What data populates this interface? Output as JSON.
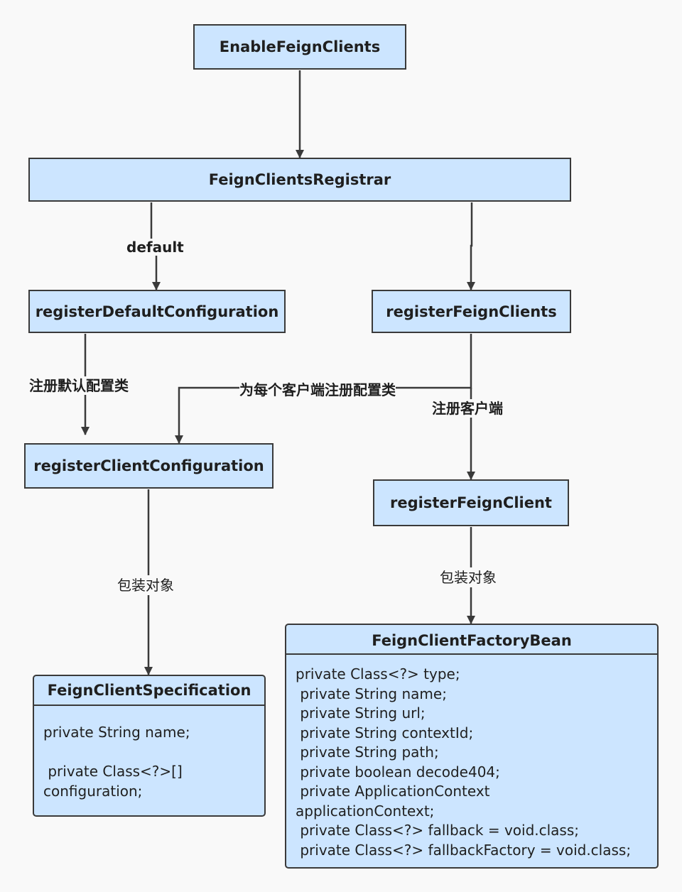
{
  "nodes": {
    "enable": "EnableFeignClients",
    "registrar": "FeignClientsRegistrar",
    "register_default": "registerDefaultConfiguration",
    "register_clients": "registerFeignClients",
    "register_client_config": "registerClientConfiguration",
    "register_client": "registerFeignClient"
  },
  "edge_labels": {
    "default": "default",
    "register_default_config": "注册默认配置类",
    "per_client_config": "为每个客户端注册配置类",
    "register_client": "注册客户端",
    "wrap_left": "包装对象",
    "wrap_right": "包装对象"
  },
  "spec": {
    "title": "FeignClientSpecification",
    "body": "private String name;\n\n private Class<?>[]\nconfiguration;"
  },
  "factory": {
    "title": "FeignClientFactoryBean",
    "body": "private Class<?> type;\n private String name;\n private String url;\n private String contextId;\n private String path;\n private boolean decode404;\n private ApplicationContext\napplicationContext;\n private Class<?> fallback = void.class;\n private Class<?> fallbackFactory = void.class;"
  },
  "colors": {
    "node_fill": "#cce5ff",
    "stroke": "#3a3a3a",
    "background": "#f9f9f9"
  }
}
